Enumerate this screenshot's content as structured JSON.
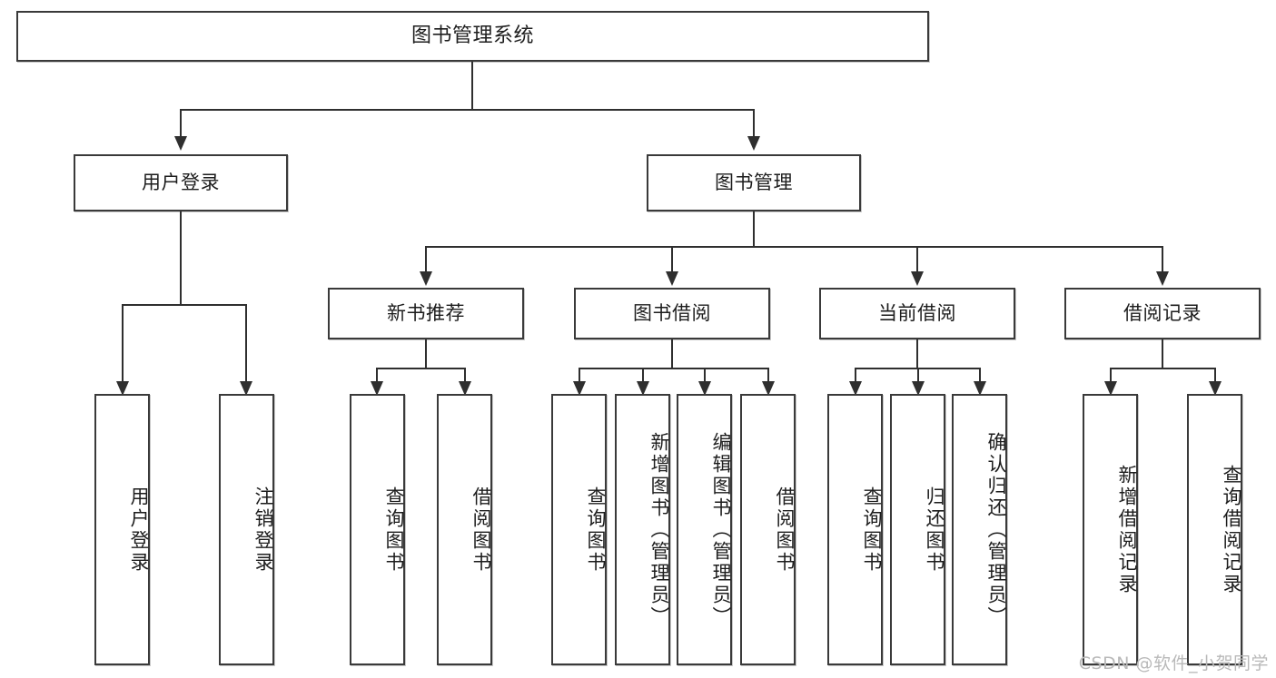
{
  "diagram": {
    "title": "图书管理系统",
    "type": "hierarchy-tree",
    "root": {
      "label": "图书管理系统"
    },
    "level2": [
      {
        "label": "用户登录"
      },
      {
        "label": "图书管理"
      }
    ],
    "level3": [
      {
        "label": "新书推荐"
      },
      {
        "label": "图书借阅"
      },
      {
        "label": "当前借阅"
      },
      {
        "label": "借阅记录"
      }
    ],
    "leaves": {
      "user_login": [
        {
          "label": "用户登录"
        },
        {
          "label": "注销登录"
        }
      ],
      "new_book_recommend": [
        {
          "label": "查询图书"
        },
        {
          "label": "借阅图书"
        }
      ],
      "book_borrow": [
        {
          "label": "查询图书"
        },
        {
          "label": "新增图书（管理员）"
        },
        {
          "label": "编辑图书（管理员）"
        },
        {
          "label": "借阅图书"
        }
      ],
      "current_borrow": [
        {
          "label": "查询图书"
        },
        {
          "label": "归还图书"
        },
        {
          "label": "确认归还（管理员）"
        }
      ],
      "borrow_record": [
        {
          "label": "新增借阅记录"
        },
        {
          "label": "查询借阅记录"
        }
      ]
    }
  },
  "watermark": {
    "text": "CSDN @软件_小贺同学"
  },
  "colors": {
    "background": "#ffffff",
    "box_border": "#3a3a3a",
    "connector": "#2f2f2f",
    "text": "#1d1d1d",
    "watermark": "#b9b9b9"
  }
}
